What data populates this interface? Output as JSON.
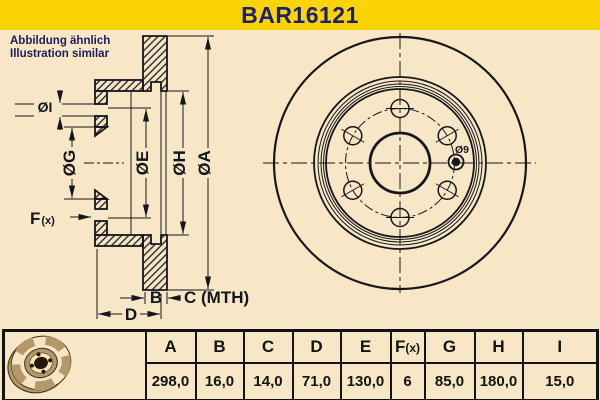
{
  "header": {
    "title": "BAR16121",
    "note_line1": "Abbildung ähnlich",
    "note_line2": "Illustration similar"
  },
  "section_view": {
    "labels": {
      "dia_i": "ØI",
      "dia_g": "ØG",
      "dia_e": "ØE",
      "dia_h": "ØH",
      "dia_a": "ØA",
      "f": "F",
      "f_sub": "(x)",
      "b": "B",
      "c_mth": "C (MTH)",
      "d": "D"
    }
  },
  "front_view": {
    "hole_label": "Ø9"
  },
  "table": {
    "headers": [
      "A",
      "B",
      "C",
      "D",
      "E",
      "F",
      "G",
      "H",
      "I"
    ],
    "fx_suffix": "(x)",
    "values": [
      "298,0",
      "16,0",
      "14,0",
      "71,0",
      "130,0",
      "6",
      "85,0",
      "180,0",
      "15,0"
    ]
  },
  "colors": {
    "background_cream": "#f8e7c6",
    "band_yellow": "#fbd403",
    "title_navy": "#1d1d72",
    "line_black": "#16161d",
    "table_border": "#131313",
    "icon_tan": "#b3996a",
    "icon_dark": "#241809"
  }
}
